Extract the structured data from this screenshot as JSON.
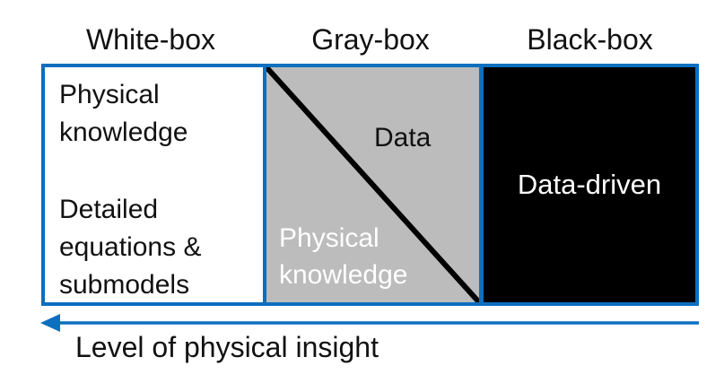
{
  "headers": {
    "white_box": "White-box",
    "gray_box": "Gray-box",
    "black_box": "Black-box"
  },
  "white_section": {
    "paragraph1": "Physical knowledge",
    "paragraph2": "Detailed equations & submodels"
  },
  "gray_section": {
    "data_label": "Data",
    "physical_label": "Physical knowledge"
  },
  "black_section": {
    "label": "Data-driven"
  },
  "axis": {
    "caption": "Level of physical insight",
    "direction": "left"
  },
  "colors": {
    "accent_blue": "#0c6fc0",
    "gray_fill": "#bcbcbc",
    "black_fill": "#000000",
    "diagonal_line": "#000000",
    "white_text": "#ffffff",
    "dark_text": "#111111"
  }
}
